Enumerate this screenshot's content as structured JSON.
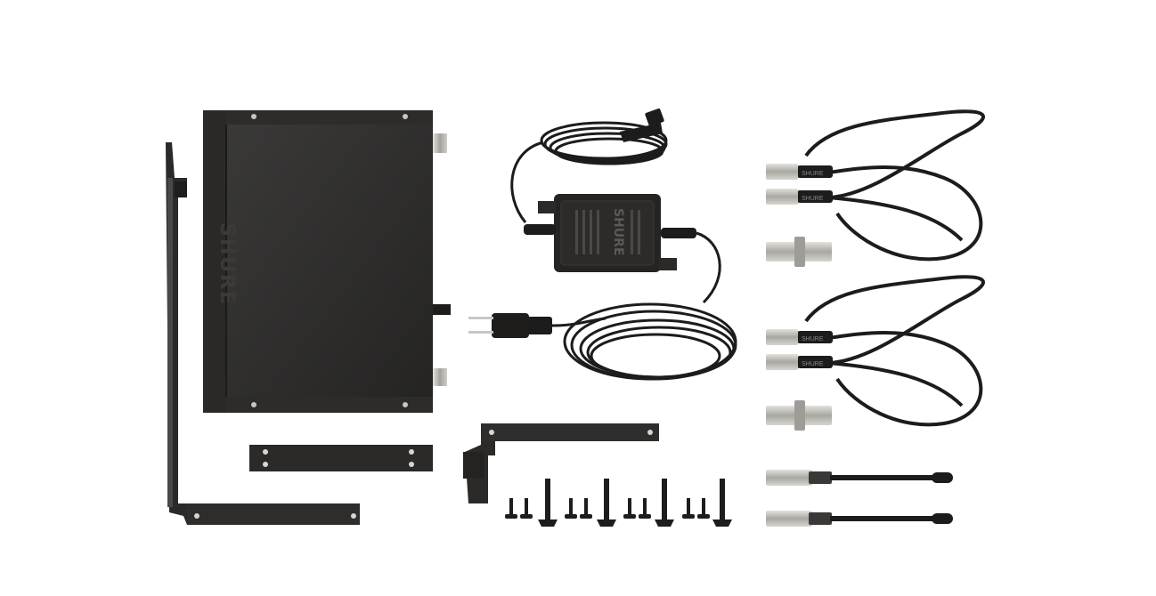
{
  "brand": {
    "name": "SHURE",
    "receiver_logo": "SHURE",
    "adapter_logo": "SHURE",
    "cable_print": "SHURE"
  },
  "colors": {
    "background": "#ffffff",
    "device": "#2a2a29",
    "device_face": "#302f2e",
    "metal": "#b9b7b2",
    "cable": "#1c1c1c"
  },
  "items": [
    "receiver-unit",
    "rack-ear-bracket-left",
    "rack-ear-bracket-right",
    "joining-plate",
    "power-adapter",
    "screws",
    "antenna-extension-cables",
    "bulkhead-adapters",
    "antennas"
  ]
}
